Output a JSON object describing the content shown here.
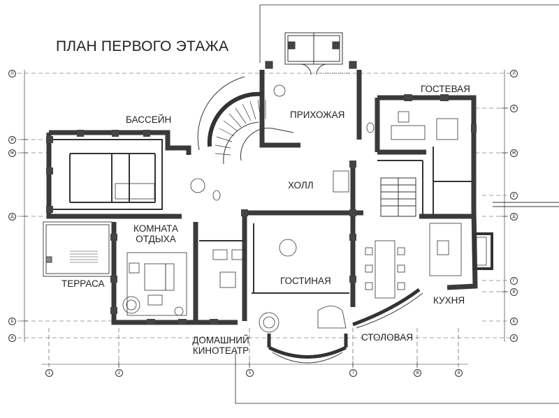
{
  "plan": {
    "title": "ПЛАН ПЕРВОГО ЭТАЖА",
    "wall_color": "#333333",
    "line_color": "#222222"
  },
  "rooms": {
    "pool": "БАССЕЙН",
    "hall_entry": "ПРИХОЖАЯ",
    "guest": "ГОСТЕВАЯ",
    "hall": "ХОЛЛ",
    "rest_room": "КОМНАТА ОТДЫХА",
    "terrace": "ТЕРРАСА",
    "living": "ГОСТИНАЯ",
    "kitchen": "КУХНЯ",
    "cinema": "ДОМАШНИЙ КИНОТЕАТР",
    "dining": "СТОЛОВАЯ"
  },
  "axes": {
    "left": [
      "Л",
      "И",
      "Ж",
      "Д",
      "Б",
      "А"
    ],
    "right": [
      "Л",
      "К",
      "Ж",
      "Е",
      "Д",
      "Г",
      "В",
      "Б",
      "А"
    ],
    "bottom": [
      "1",
      "2",
      "5",
      "7",
      "8",
      "9"
    ]
  }
}
